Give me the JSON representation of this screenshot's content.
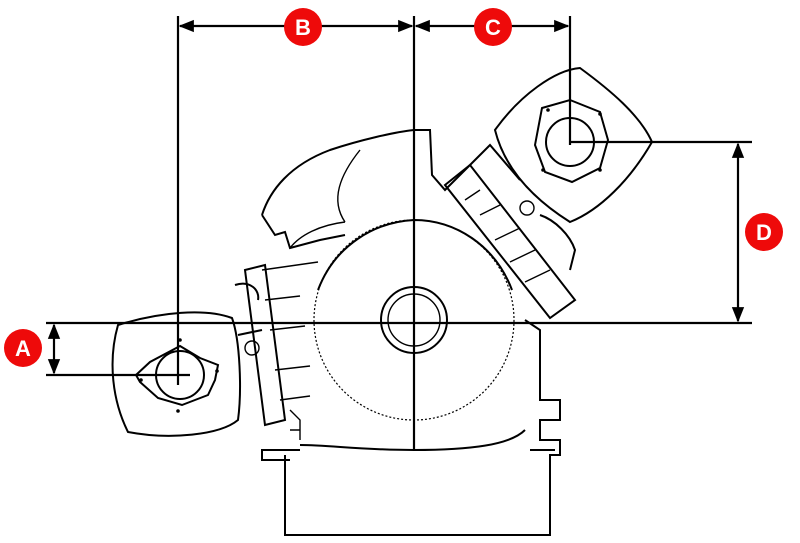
{
  "labels": {
    "a": "A",
    "b": "B",
    "c": "C",
    "d": "D"
  },
  "colors": {
    "label_fill": "#ee0a0a",
    "line": "#000000",
    "background": "#ffffff"
  }
}
